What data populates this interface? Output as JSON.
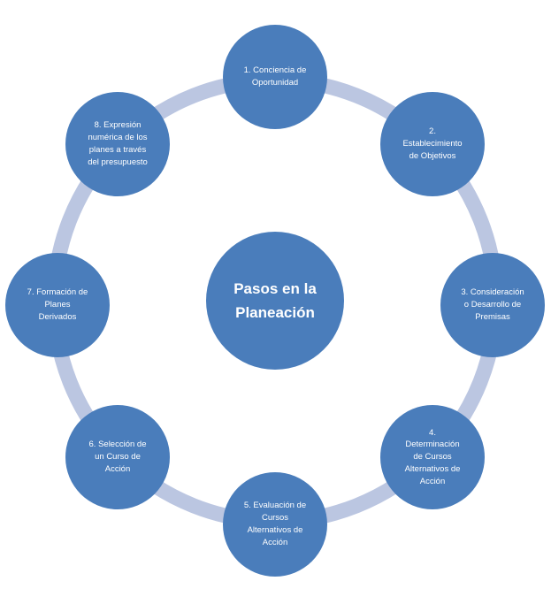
{
  "diagram": {
    "title": "Pasos en la Planeación",
    "center": {
      "label": "Pasos en la\nPlaneación"
    },
    "steps": [
      {
        "number": 1,
        "label": "1. Conciencia de\nOportunidad"
      },
      {
        "number": 2,
        "label": "2.\nEstablecimiento\nde Objetivos"
      },
      {
        "number": 3,
        "label": "3. Consideración\no Desarrollo de\nPremisas"
      },
      {
        "number": 4,
        "label": "4.\nDeterminación\nde Cursos\nAlternativos de\nAcción"
      },
      {
        "number": 5,
        "label": "5. Evaluación de\nCursos\nAlternativos de\nAcción"
      },
      {
        "number": 6,
        "label": "6. Selección de\nun Curso de\nAcción"
      },
      {
        "number": 7,
        "label": "7. Formación de\nPlanes\nDerivados"
      },
      {
        "number": 8,
        "label": "8. Expresión\nnumérica de los\nplanes a través\ndel presupuesto"
      }
    ],
    "colors": {
      "node_fill": "#4A7DBB",
      "ring": "#BBC6E1",
      "text": "#FFFFFF",
      "background": "#FFFFFF"
    }
  }
}
